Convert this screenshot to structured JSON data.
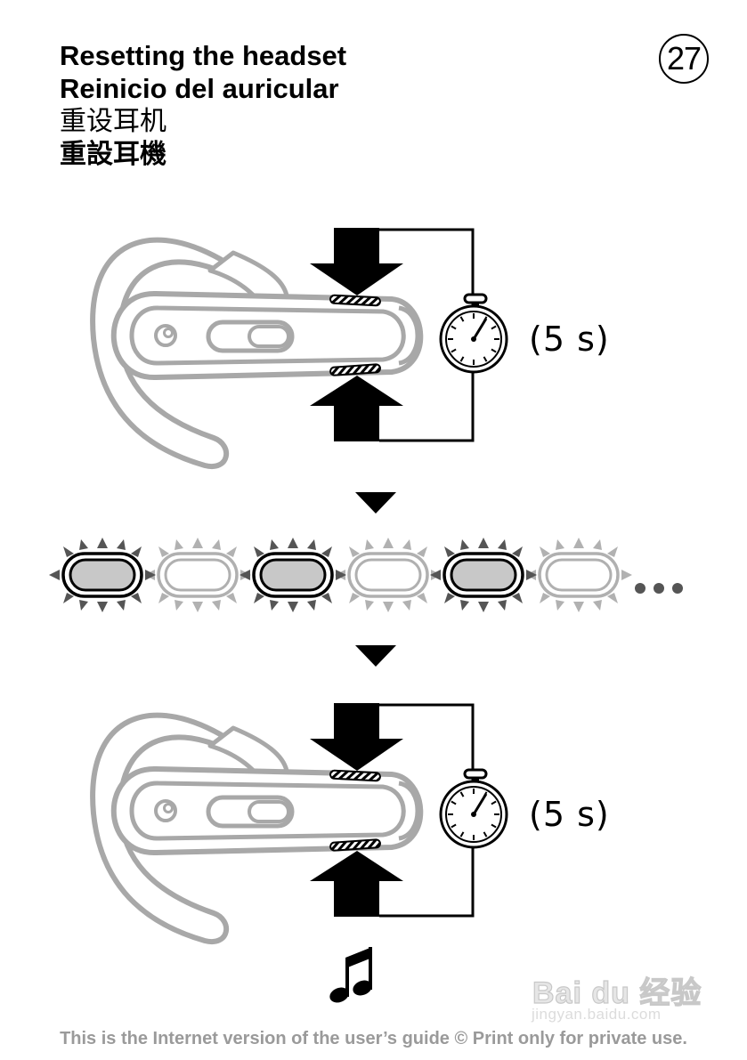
{
  "titles": {
    "english": "Resetting the headset",
    "spanish": "Reinicio del auricular",
    "chinese_simplified": "重设耳机",
    "chinese_traditional": "重設耳機"
  },
  "page_number": "27",
  "duration_top": "(5 s)",
  "duration_bottom": "(5 s)",
  "continuation": "•••",
  "footer": "This is the Internet version of the user’s guide © Print only for private use.",
  "watermark": {
    "logo_text": "Bai du 经验",
    "url": "jingyan.baidu.com"
  },
  "icons": [
    "headset-illustration",
    "press-arrow-icon",
    "stopwatch-icon",
    "blinking-light-icon",
    "step-down-arrow-icon",
    "music-note-icon"
  ]
}
